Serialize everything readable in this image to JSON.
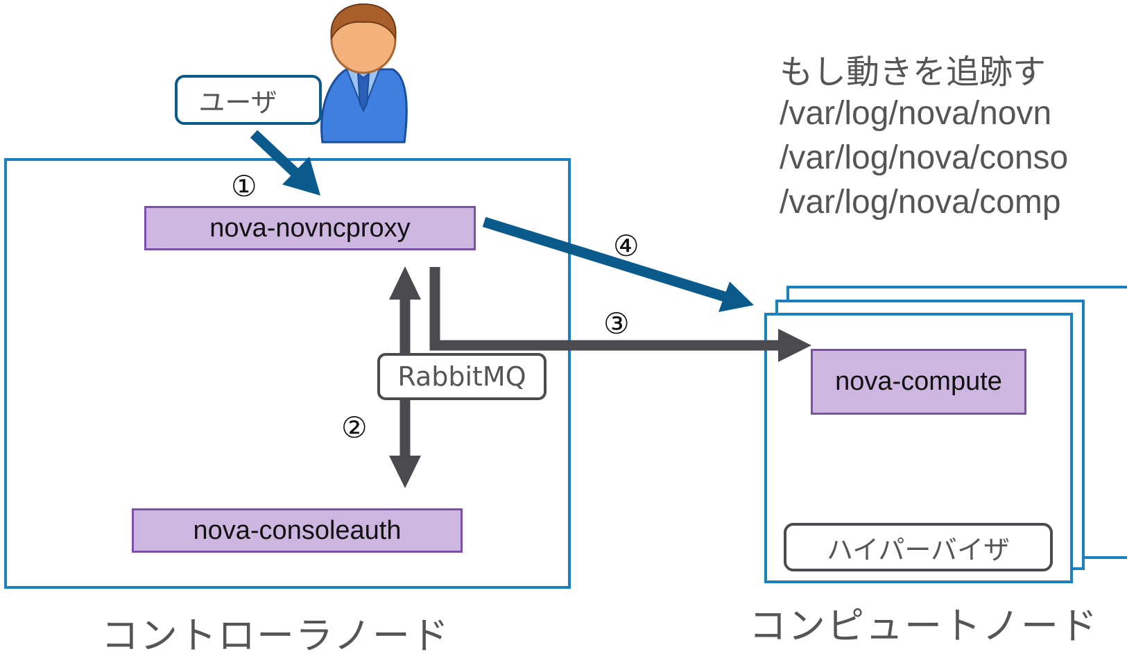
{
  "user": {
    "label": "ユーザ"
  },
  "controller": {
    "caption": "コントローラノード",
    "novncproxy": "nova-novncproxy",
    "consoleauth": "nova-consoleauth",
    "rabbitmq": "RabbitMQ"
  },
  "compute": {
    "caption": "コンピュートノード",
    "service": "nova-compute",
    "hypervisor": "ハイパーバイザ"
  },
  "steps": [
    "①",
    "②",
    "③",
    "④"
  ],
  "notes": {
    "intro": "もし動きを追跡す",
    "lines": [
      "/var/log/nova/novn",
      "/var/log/nova/conso",
      "/var/log/nova/comp"
    ]
  },
  "colors": {
    "blue_arrow": "#0a5a8c",
    "gray_arrow": "#4a4a4f",
    "box_border": "#1a80bf",
    "service_fill": "#cdb6e0",
    "service_border": "#7e4fa8"
  },
  "icons": {
    "user": "person-avatar-icon"
  }
}
